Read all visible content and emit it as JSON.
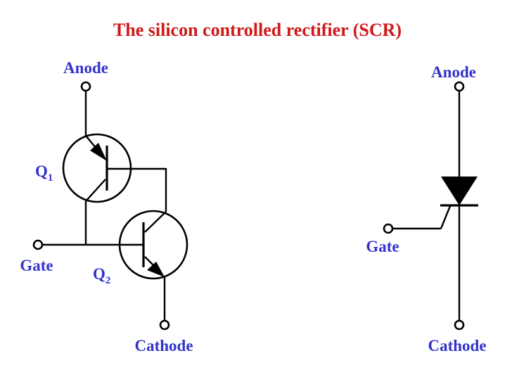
{
  "title": "The silicon controlled rectifier (SCR)",
  "left_circuit": {
    "anode_label": "Anode",
    "cathode_label": "Cathode",
    "gate_label": "Gate",
    "q1": {
      "letter": "Q",
      "sub": "1"
    },
    "q2": {
      "letter": "Q",
      "sub": "2"
    }
  },
  "right_symbol": {
    "anode_label": "Anode",
    "cathode_label": "Cathode",
    "gate_label": "Gate"
  },
  "colors": {
    "title": "#d01818",
    "labels": "#3333cc",
    "lines": "#000000"
  }
}
